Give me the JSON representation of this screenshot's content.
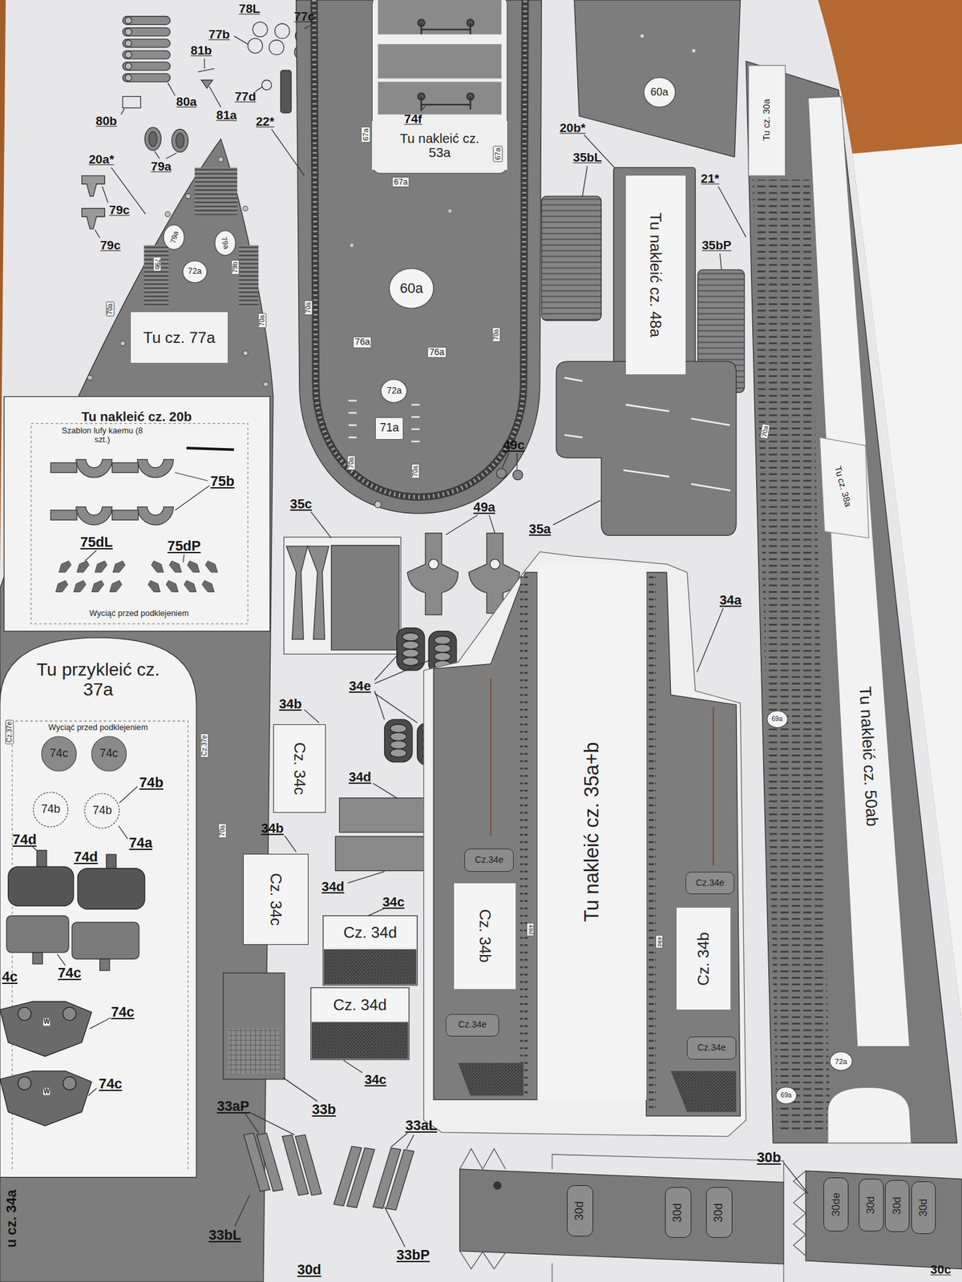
{
  "diagram": {
    "nodes": [
      {
        "text": [
          "Tu nakleić cz. 20b",
          "Szablon lufy kaemu (8 szt.)",
          "Wyciąć przed podklejeniem"
        ]
      },
      {
        "text": [
          "Tu przykleić cz. 37a",
          "Wyciąć przed podklejeniem"
        ]
      },
      {
        "text": [
          "74c"
        ],
        "in": 1
      },
      {
        "text": [
          "74c"
        ],
        "in": 1
      },
      {
        "text": [
          "74b"
        ],
        "in": 1
      },
      {
        "text": [
          "74b"
        ],
        "in": 1
      },
      {
        "text": [
          "Tu nakleić cz. 53a"
        ]
      },
      {
        "text": [
          "Tu cz. 77a"
        ]
      },
      {
        "text": [
          "79a"
        ]
      },
      {
        "text": [
          "79a"
        ]
      },
      {
        "text": [
          "72a"
        ]
      },
      {
        "text": [
          "60a"
        ]
      },
      {
        "text": [
          "72a"
        ]
      },
      {
        "text": [
          "71a"
        ]
      },
      {
        "text": [
          "60a"
        ]
      },
      {
        "text": [
          "Tu nakleić cz. 48a"
        ]
      },
      {
        "text": [
          "Tu cz. 30a"
        ]
      },
      {
        "text": [
          "Tu cz. 38a"
        ]
      },
      {
        "text": [
          "Tu nakleić cz. 50ab"
        ]
      },
      {
        "text": [
          "69a"
        ]
      },
      {
        "text": [
          "72a"
        ]
      },
      {
        "text": [
          "69a"
        ]
      },
      {
        "text": [
          "Cz. 34c"
        ]
      },
      {
        "text": [
          "Cz. 34c"
        ]
      },
      {
        "text": [
          "Cz. 34d"
        ]
      },
      {
        "text": [
          "Cz. 34d"
        ]
      },
      {
        "text": [
          "Tu nakleić cz. 35a+b"
        ]
      },
      {
        "text": [
          "Cz.34e"
        ]
      },
      {
        "text": [
          "Cz. 34b"
        ]
      },
      {
        "text": [
          "Cz.34e"
        ]
      },
      {
        "text": [
          "Cz.34e"
        ]
      },
      {
        "text": [
          "Cz. 34b"
        ]
      },
      {
        "text": [
          "Cz.34e"
        ]
      },
      {
        "text": [
          "30d"
        ]
      },
      {
        "text": [
          "30d"
        ]
      },
      {
        "text": [
          "30d"
        ]
      },
      {
        "text": [
          "30de"
        ]
      },
      {
        "text": [
          "30d"
        ]
      },
      {
        "text": [
          "30d"
        ]
      },
      {
        "text": [
          "30d"
        ]
      }
    ],
    "labels": [
      "78L",
      "77c",
      "77b",
      "81b",
      "80a",
      "81a",
      "77d",
      "22*",
      "80b",
      "79a",
      "20a*",
      "79c",
      "79c",
      "79b",
      "79b",
      "70a",
      "70a",
      "74f",
      "67a",
      "67a",
      "67a",
      "76a",
      "76a",
      "70a",
      "70a",
      "70a",
      "70a",
      "20b*",
      "35bL",
      "21*",
      "35bP",
      "35c",
      "49c",
      "49a",
      "35a",
      "34a",
      "34e",
      "34b",
      "34d",
      "34b",
      "34d",
      "34c",
      "34c",
      "49d",
      "49d",
      "33aP",
      "33b",
      "33aL",
      "33bL",
      "33bP",
      "30d",
      "30b",
      "30c",
      "75b",
      "75dL",
      "75dP",
      "Cz.37e",
      "Cz.37e",
      "74b",
      "74a",
      "74d",
      "74d",
      "4c",
      "74c",
      "74c",
      "74c",
      "W",
      "W",
      "70a",
      "u cz. 34a",
      "70a"
    ]
  }
}
